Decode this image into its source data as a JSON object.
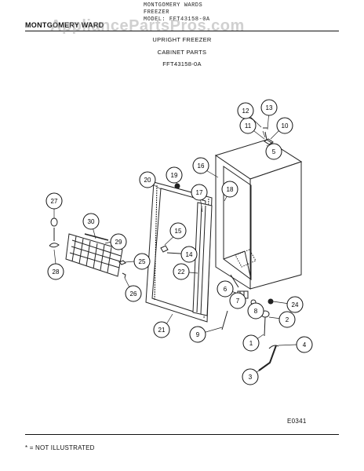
{
  "header": {
    "typed_lines": [
      "MONTGOMERY WARDS",
      "FREEZER",
      "MODEL: FFT43158-0A"
    ],
    "brand": "MONTGOMERY WARD",
    "watermark": "AppliancePartsPros.com",
    "title": "UPRIGHT FREEZER",
    "section": "CABINET PARTS",
    "model": "FFT43158-0A"
  },
  "diagram": {
    "callouts": [
      "1",
      "2",
      "3",
      "4",
      "5",
      "6",
      "7",
      "8",
      "9",
      "10",
      "11",
      "12",
      "13",
      "14",
      "15",
      "16",
      "17",
      "18",
      "19",
      "20",
      "21",
      "22",
      "24",
      "25",
      "26",
      "27",
      "28",
      "29",
      "30"
    ],
    "code": "E0341"
  },
  "footer": {
    "note": "* = NOT ILLUSTRATED"
  }
}
